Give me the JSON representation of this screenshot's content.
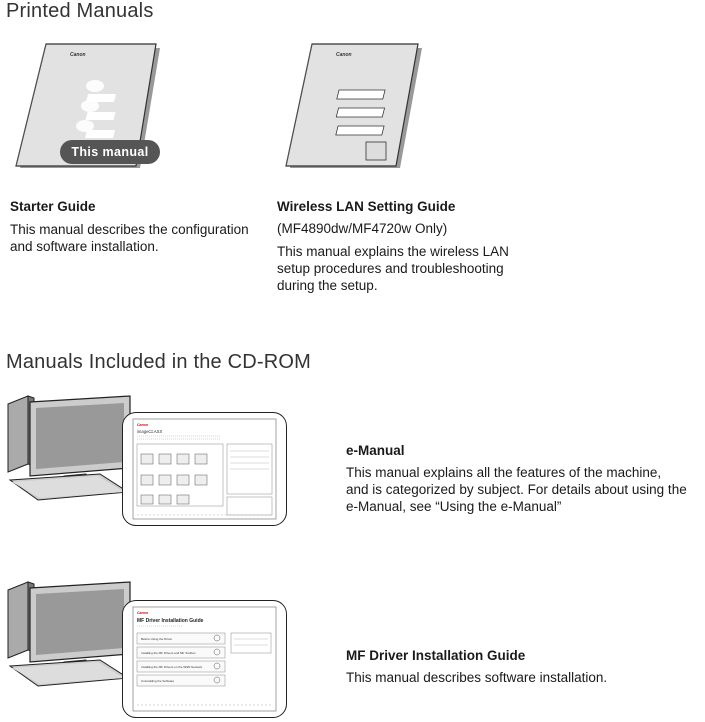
{
  "printed": {
    "title": "Printed Manuals",
    "badge": "This manual",
    "starter": {
      "title": "Starter Guide",
      "desc_lines": [
        "This manual describes the configuration",
        "and software installation."
      ]
    },
    "wireless": {
      "title": "Wireless LAN Setting Guide",
      "subtitle": "(MF4890dw/MF4720w Only)",
      "desc_lines": [
        "This manual explains the wireless LAN",
        "setup procedures and troubleshooting",
        "during the setup."
      ]
    }
  },
  "cdrom": {
    "title": "Manuals Included in the CD-ROM",
    "emanual": {
      "title": "e-Manual",
      "desc_lines": [
        "This manual explains all the features of the machine,",
        "and is categorized by subject. For details about using the",
        "e-Manual, see “Using the e-Manual”"
      ],
      "screen_heading": "imageCLASS"
    },
    "driver": {
      "title": "MF Driver Installation Guide",
      "desc_lines": [
        "This manual describes software installation."
      ],
      "screen_heading": "MF Driver Installation Guide",
      "screen_items": [
        "Before Using the Driver",
        "Installing the MF Drivers and MF Toolbox",
        "Installing the MF Drivers on the WSD Network",
        "Uninstalling the Software"
      ]
    }
  },
  "brand": "Canon"
}
